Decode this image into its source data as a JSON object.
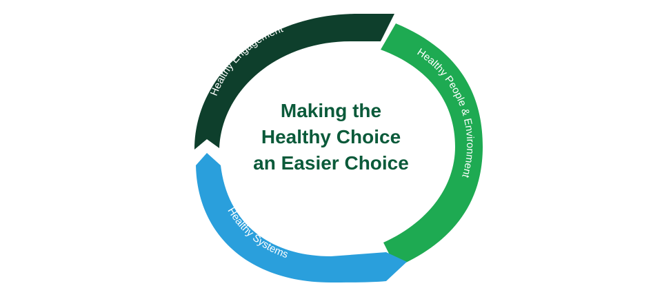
{
  "center": {
    "lines": [
      "Making the",
      "Healthy Choice",
      "an Easier Choice"
    ]
  },
  "segments": [
    {
      "id": "engagement",
      "label": "Healthy Engagement",
      "color": "#0e3f2c"
    },
    {
      "id": "people",
      "label": "Healthy People & Environment",
      "color": "#1eaa52"
    },
    {
      "id": "systems",
      "label": "Healthy Systems",
      "color": "#2a9fdc"
    }
  ],
  "colors": {
    "title": "#0b5a3a",
    "background": "#ffffff"
  }
}
